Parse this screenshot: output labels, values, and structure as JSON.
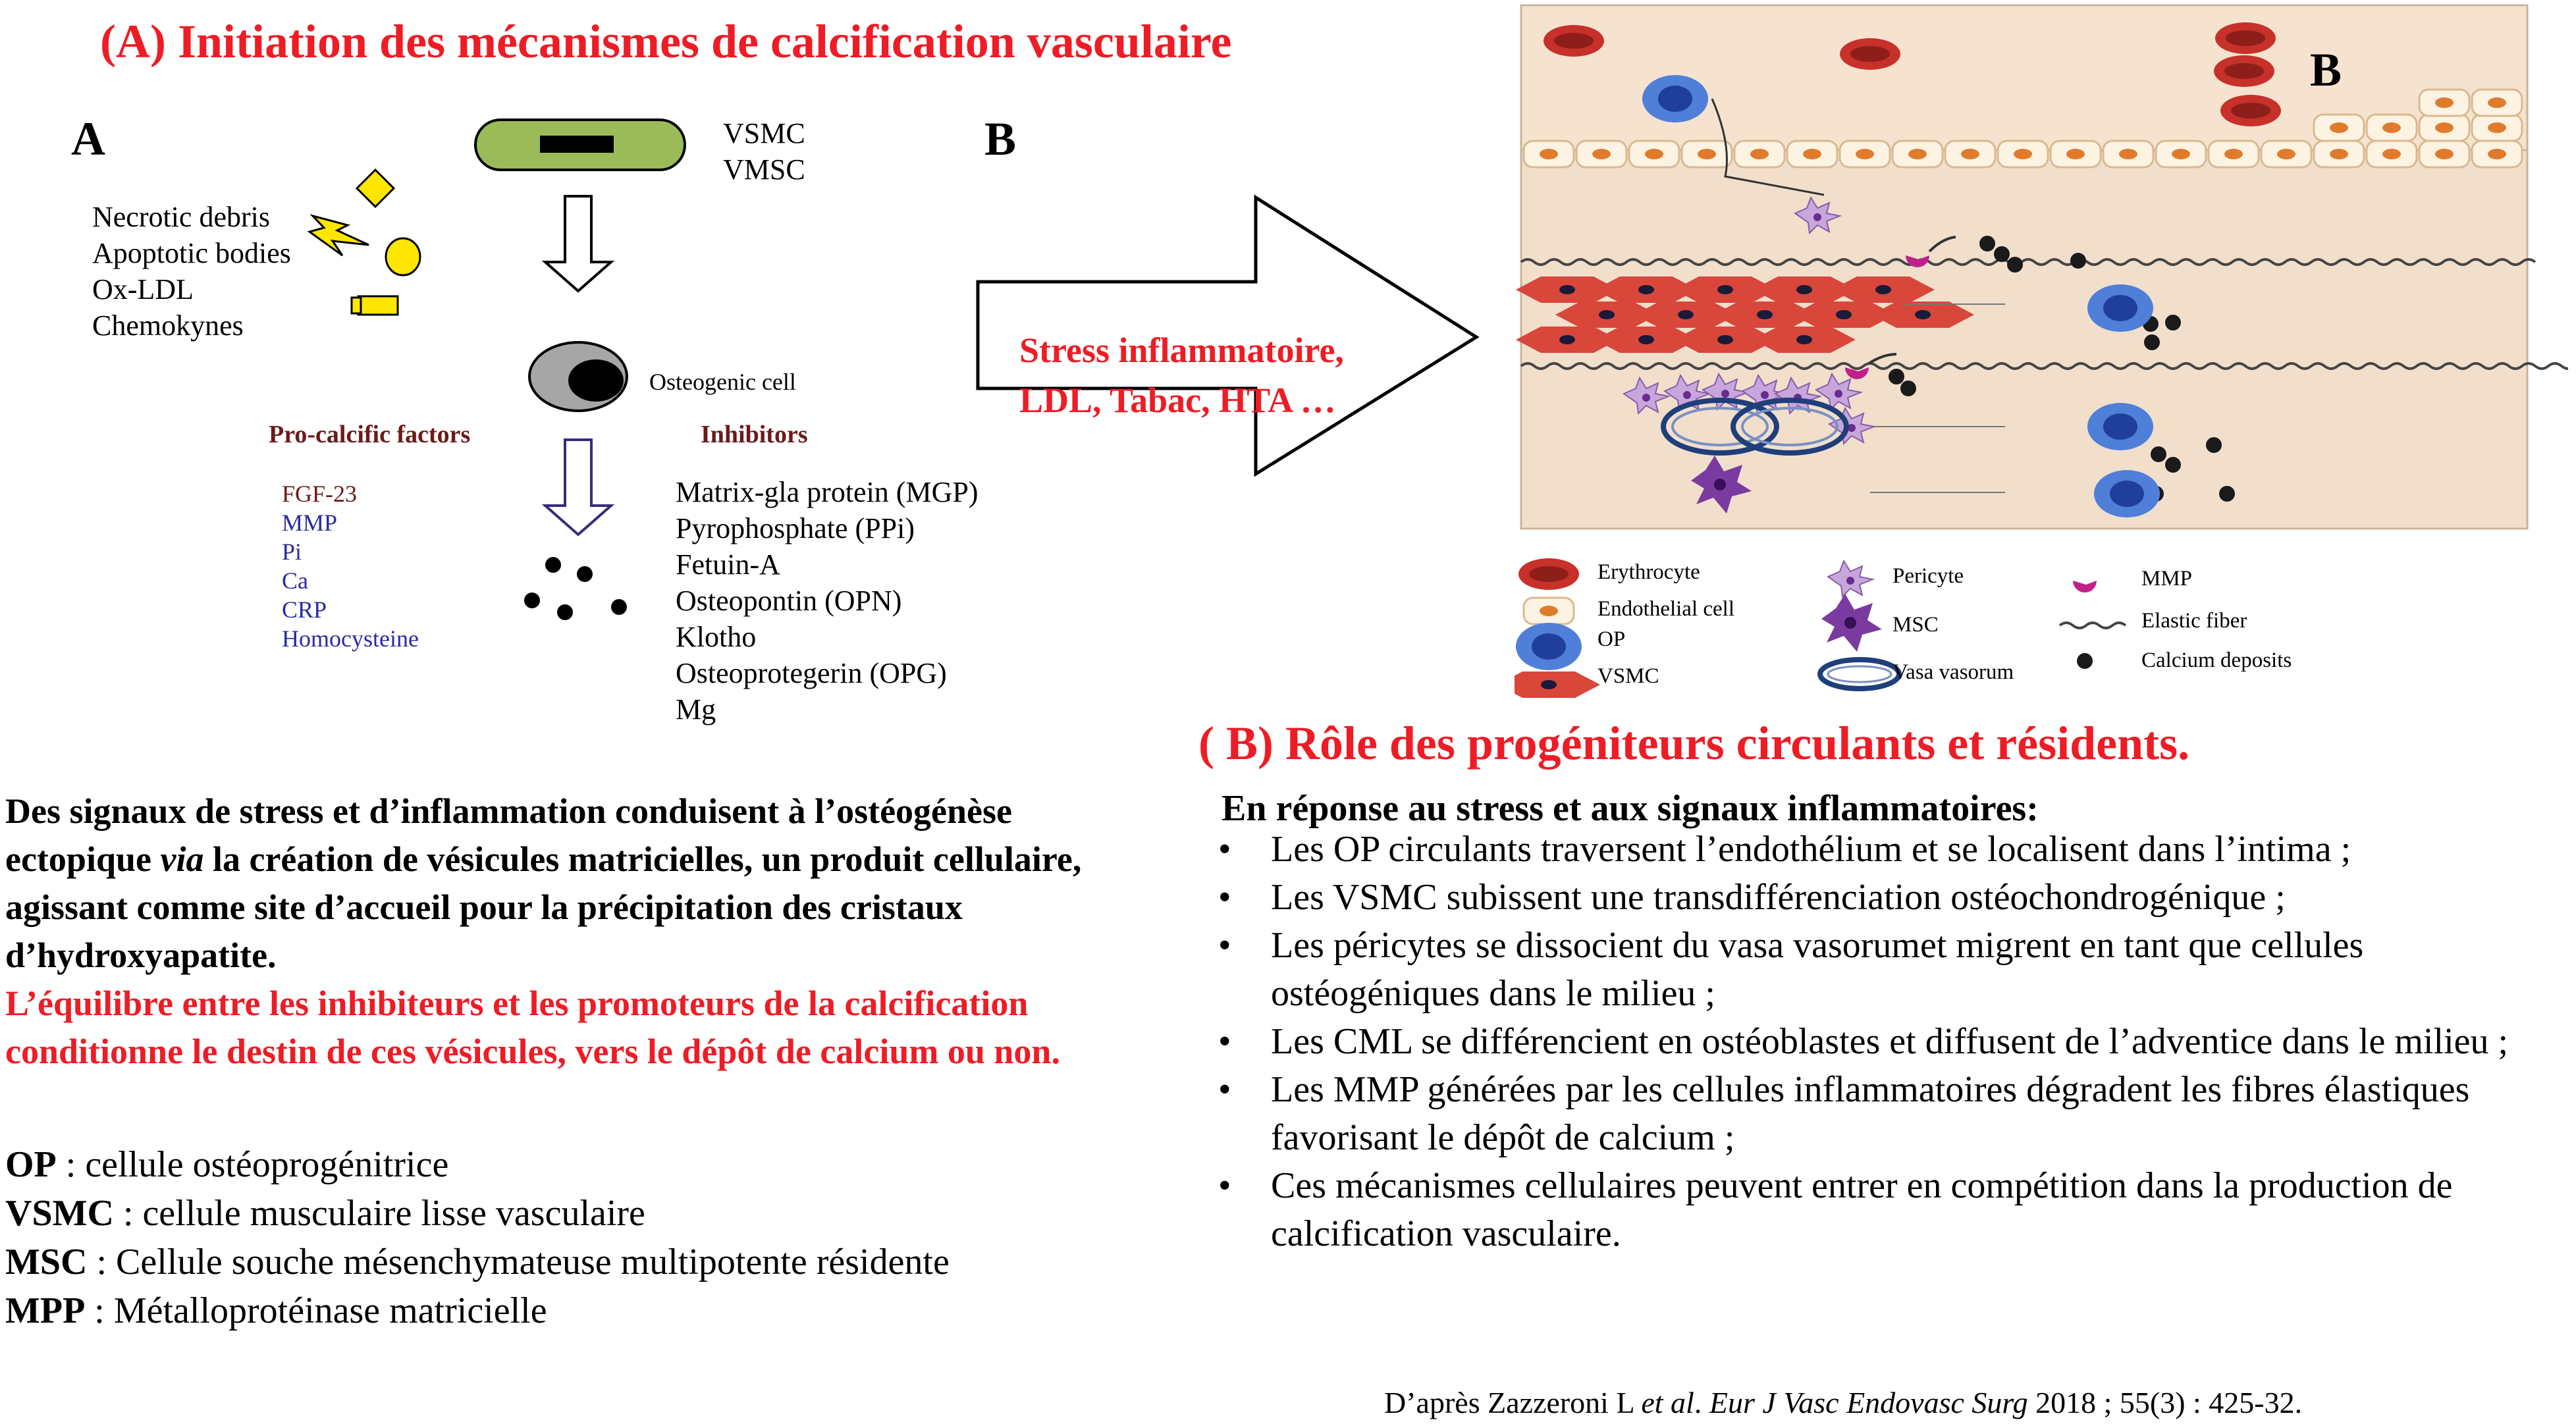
{
  "panelA": {
    "title": "(A) Initiation des mécanismes de calcification vasculaire",
    "letter": "A",
    "cell_labels": [
      "VSMC",
      "VMSC"
    ],
    "debris": [
      "Necrotic debris",
      "Apoptotic bodies",
      "Ox-LDL",
      "Chemokynes"
    ],
    "osteogenic_cell": "Osteogenic cell",
    "procalcific_title": "Pro-calcific factors",
    "procalcific": [
      "FGF-23",
      "MMP",
      "Pi",
      "Ca",
      "CRP",
      "Homocysteine"
    ],
    "inhibitors_title": "Inhibitors",
    "inhibitors": [
      "Matrix-gla protein (MGP)",
      "Pyrophosphate (PPi)",
      "Fetuin-A",
      "Osteopontin (OPN)",
      "Klotho",
      "Osteoprotegerin (OPG)",
      "Mg"
    ]
  },
  "arrow": {
    "letter": "B",
    "line1": "Stress inflammatoire,",
    "line2": "LDL, Tabac, HTA …"
  },
  "panelB": {
    "letter": "B",
    "title": "( B) Rôle des progéniteurs circulants et résidents.",
    "legend": [
      "Erythrocyte",
      "Endothelial cell",
      "OP",
      "VSMC",
      "Pericyte",
      "MSC",
      "Vasa vasorum",
      "MMP",
      "Elastic fiber",
      "Calcium deposits"
    ],
    "intro": "En réponse au stress et aux signaux inflammatoires:",
    "bullets": [
      "Les OP circulants traversent l’endothélium et se localisent dans l’intima ;",
      "Les VSMC subissent une transdifférenciation ostéochondrogénique ;",
      "Les péricytes se dissocient du vasa vasorumet migrent en tant que cellules ostéogéniques dans le milieu ;",
      "Les CML se différencient en ostéoblastes et diffusent de l’adventice dans le milieu ;",
      "Les MMP générées par les cellules inflammatoires dégradent les fibres élastiques favorisant le dépôt de calcium ;",
      "Ces mécanismes cellulaires peuvent entrer en compétition dans la production de calcification vasculaire."
    ]
  },
  "summary": {
    "black": [
      "Des signaux de stress et d’inflammation conduisent à l’ostéogénèse",
      "ectopique ",
      "via",
      " la création de vésicules matricielles, un produit cellulaire,",
      "agissant comme site d’accueil pour la précipitation des cristaux",
      "d’hydroxyapatite."
    ],
    "red": [
      "L’équilibre entre les inhibiteurs et les promoteurs de la calcification",
      "conditionne le destin de ces vésicules, vers le dépôt de calcium ou non."
    ]
  },
  "glossary": [
    {
      "abbr": "OP",
      "def": " : cellule ostéoprogénitrice"
    },
    {
      "abbr": "VSMC",
      "def": " : cellule musculaire lisse vasculaire"
    },
    {
      "abbr": "MSC",
      "def": " : Cellule souche mésenchymateuse multipotente résidente"
    },
    {
      "abbr": "MPP",
      "def": " : Métalloprotéinase matricielle"
    }
  ],
  "reference": {
    "pre": "D’après Zazzeroni L ",
    "etal": "et al",
    "mid": ". ",
    "journal": "Eur J Vasc Endovasc Surg",
    "post": " 2018 ; 55(3) : 425-32."
  },
  "colors": {
    "red_title": "#ee1c25",
    "procalcific_title": "#6b1a1a",
    "procalcific_items": "#2a2aa0",
    "vsmc_green": "#9bbb59",
    "tissue": "#f1dfcc",
    "erythrocyte": "#c8302a",
    "vsmc": "#d9463a",
    "op": "#3a6fd0",
    "msc": "#7a3ba0",
    "pericyte": "#c7a6dc",
    "mmp": "#c0208a"
  }
}
